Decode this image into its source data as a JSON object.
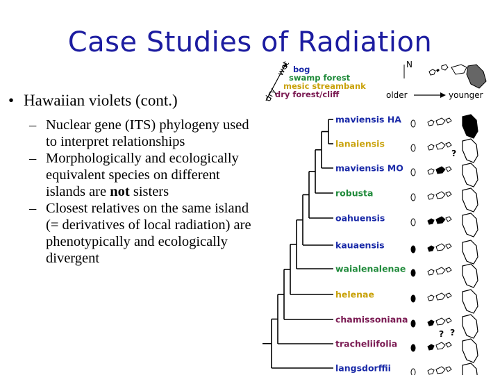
{
  "slide": {
    "title": "Case Studies of Radiation",
    "bullet": "Hawaiian violets (cont.)",
    "sub1": "Nuclear gene (ITS) phylogeny used to interpret relationships",
    "sub2_a": "Morphologically and ecologically equivalent species on different islands are ",
    "sub2_b": "not",
    "sub2_c": " sisters",
    "sub3": "Closest relatives on the same island (= derivatives of local radiation) are phenotypically and ecologically divergent"
  },
  "figure": {
    "axis_dry": "dry",
    "axis_wet": "wet",
    "habitats": [
      {
        "label": "bog",
        "color": "#1a2aa8"
      },
      {
        "label": "swamp forest",
        "color": "#1f8a3a"
      },
      {
        "label": "mesic streambank",
        "color": "#c9a20a"
      },
      {
        "label": "dry forest/cliff",
        "color": "#7a1a52"
      }
    ],
    "older_label": "older",
    "younger_label": "younger",
    "north_label": "N",
    "question_mark": "?",
    "species": [
      {
        "name": "maviensis HA",
        "color": "#1a2aa8"
      },
      {
        "name": "lanaiensis",
        "color": "#c9a20a"
      },
      {
        "name": "maviensis MO",
        "color": "#1a2aa8"
      },
      {
        "name": "robusta",
        "color": "#1f8a3a"
      },
      {
        "name": "oahuensis",
        "color": "#1a2aa8"
      },
      {
        "name": "kauaensis",
        "color": "#1a2aa8"
      },
      {
        "name": "waialenalenae",
        "color": "#1f8a3a"
      },
      {
        "name": "helenae",
        "color": "#c9a20a"
      },
      {
        "name": "chamissoniana",
        "color": "#7a1a52"
      },
      {
        "name": "tracheliifolia",
        "color": "#7a1a52"
      },
      {
        "name": "langsdorffii",
        "color": "#1a2aa8"
      }
    ]
  }
}
